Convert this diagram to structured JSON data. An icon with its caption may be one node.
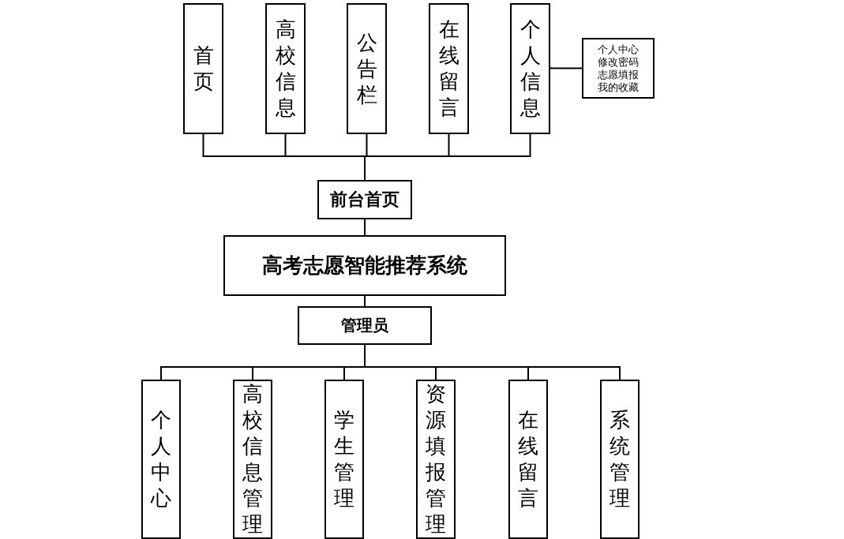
{
  "diagram": {
    "nodes": [
      {
        "text": [
          "首页"
        ]
      },
      {
        "text": [
          "高校信息"
        ]
      },
      {
        "text": [
          "公告栏"
        ]
      },
      {
        "text": [
          "在线留言"
        ]
      },
      {
        "text": [
          "个人信息"
        ]
      },
      {
        "text": [
          "个人中心",
          "修改密码",
          "志愿填报",
          "我的收藏"
        ]
      },
      {
        "text": [
          "前台首页"
        ]
      },
      {
        "text": [
          "高考志愿智能推荐系统"
        ]
      },
      {
        "text": [
          "管理员"
        ]
      },
      {
        "text": [
          "个人中心"
        ]
      },
      {
        "text": [
          "高校信息管理"
        ]
      },
      {
        "text": [
          "学生管理"
        ]
      },
      {
        "text": [
          "资源填报管理"
        ]
      },
      {
        "text": [
          "在线留言"
        ]
      },
      {
        "text": [
          "系统管理"
        ]
      }
    ],
    "edges": [
      {
        "from": 6,
        "to": 0,
        "arrow": "none"
      },
      {
        "from": 6,
        "to": 1,
        "arrow": "none"
      },
      {
        "from": 6,
        "to": 2,
        "arrow": "none"
      },
      {
        "from": 6,
        "to": 3,
        "arrow": "none"
      },
      {
        "from": 6,
        "to": 4,
        "arrow": "none"
      },
      {
        "from": 4,
        "to": 5,
        "arrow": "none"
      },
      {
        "from": 7,
        "to": 6,
        "arrow": "none"
      },
      {
        "from": 7,
        "to": 8,
        "arrow": "none"
      },
      {
        "from": 8,
        "to": 9,
        "arrow": "none"
      },
      {
        "from": 8,
        "to": 10,
        "arrow": "none"
      },
      {
        "from": 8,
        "to": 11,
        "arrow": "none"
      },
      {
        "from": 8,
        "to": 12,
        "arrow": "none"
      },
      {
        "from": 8,
        "to": 13,
        "arrow": "none"
      },
      {
        "from": 8,
        "to": 14,
        "arrow": "none"
      }
    ]
  }
}
